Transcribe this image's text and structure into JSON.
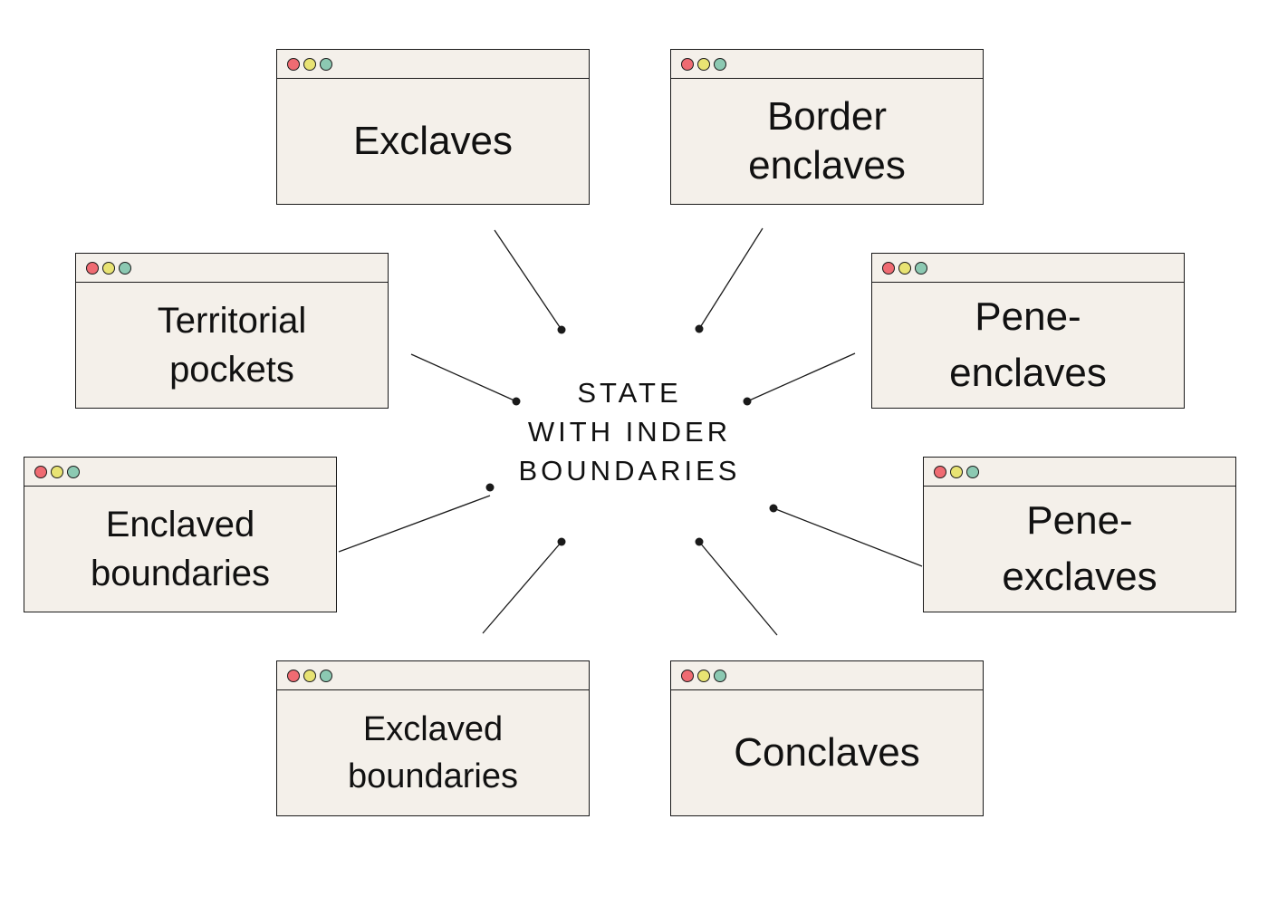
{
  "colors": {
    "window_bg": "#f4f0ea",
    "border": "#1a1a1a",
    "dot_red": "#ef6b72",
    "dot_yellow": "#e8e373",
    "dot_teal": "#8cc9b2",
    "connector": "#1a1a1a"
  },
  "center": {
    "lines": [
      "STATE",
      "WITH INDER",
      "BOUNDARIES"
    ]
  },
  "windows": [
    {
      "id": "exclaves",
      "lines": [
        "Exclaves"
      ]
    },
    {
      "id": "border-enclaves",
      "lines": [
        "Border",
        "enclaves"
      ]
    },
    {
      "id": "territorial-pockets",
      "lines": [
        "Territorial",
        "pockets"
      ]
    },
    {
      "id": "pene-enclaves",
      "lines": [
        "Pene-",
        "enclaves"
      ]
    },
    {
      "id": "enclaved-boundaries",
      "lines": [
        "Enclaved",
        "boundaries"
      ]
    },
    {
      "id": "pene-exclaves",
      "lines": [
        "Pene-",
        "exclaves"
      ]
    },
    {
      "id": "exclaved-boundaries",
      "lines": [
        "Exclaved",
        "boundaries"
      ]
    },
    {
      "id": "conclaves",
      "lines": [
        "Conclaves"
      ]
    }
  ]
}
